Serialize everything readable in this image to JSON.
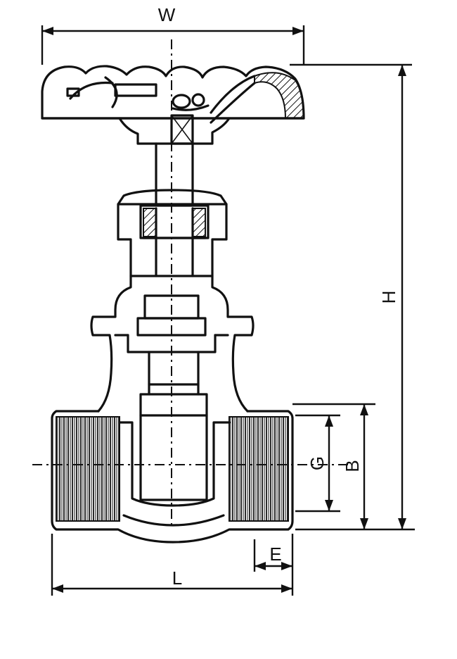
{
  "diagram": {
    "dimensions": {
      "width_label": "W",
      "height_label": "H",
      "length_label": "L",
      "thread_label": "G",
      "body_label": "B",
      "end_label": "E"
    }
  }
}
